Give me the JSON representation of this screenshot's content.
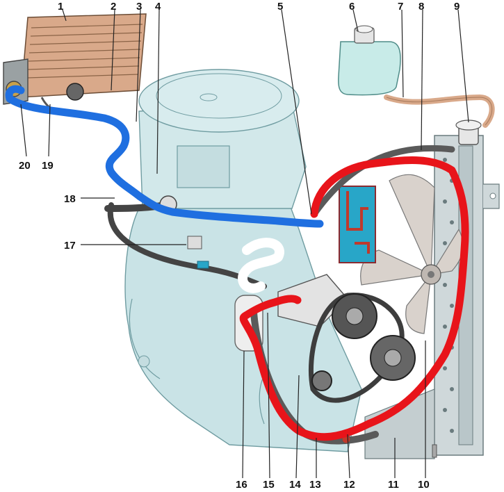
{
  "colors": {
    "engine_block": "#c9e3e6",
    "engine_line": "#6f9ca1",
    "coolant_hot": "#e8141a",
    "coolant_heater": "#1f6fe0",
    "radiator": "#cfd8da",
    "copper": "#d9a98a",
    "belt": "#3d3d3d",
    "fan_blade": "#d9d2cc",
    "water_jacket": "#28a6c8"
  },
  "callouts": [
    "1",
    "2",
    "3",
    "4",
    "5",
    "6",
    "7",
    "8",
    "9",
    "10",
    "11",
    "12",
    "13",
    "14",
    "15",
    "16",
    "17",
    "18",
    "19",
    "20"
  ]
}
